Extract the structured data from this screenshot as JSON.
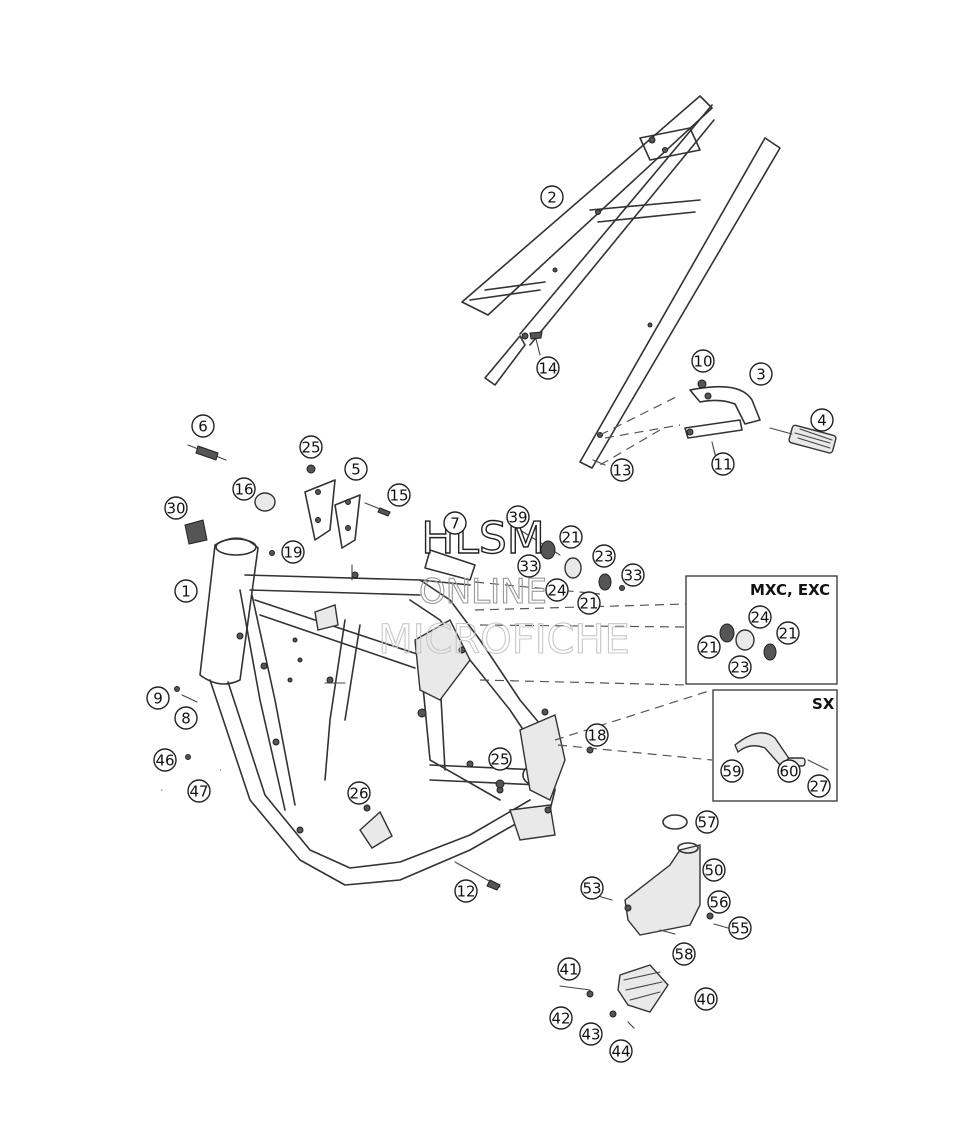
{
  "callouts": [
    {
      "label": "1"
    },
    {
      "label": "2"
    },
    {
      "label": "3"
    },
    {
      "label": "4"
    },
    {
      "label": "5"
    },
    {
      "label": "6"
    },
    {
      "label": "7"
    },
    {
      "label": "8"
    },
    {
      "label": "9"
    },
    {
      "label": "10"
    },
    {
      "label": "11"
    },
    {
      "label": "12"
    },
    {
      "label": "13"
    },
    {
      "label": "14"
    },
    {
      "label": "15"
    },
    {
      "label": "16"
    },
    {
      "label": "18"
    },
    {
      "label": "19"
    },
    {
      "label": "21"
    },
    {
      "label": "21"
    },
    {
      "label": "21"
    },
    {
      "label": "21"
    },
    {
      "label": "23"
    },
    {
      "label": "23"
    },
    {
      "label": "24"
    },
    {
      "label": "24"
    },
    {
      "label": "25"
    },
    {
      "label": "25"
    },
    {
      "label": "26"
    },
    {
      "label": "27"
    },
    {
      "label": "30"
    },
    {
      "label": "33"
    },
    {
      "label": "33"
    },
    {
      "label": "39"
    },
    {
      "label": "40"
    },
    {
      "label": "41"
    },
    {
      "label": "42"
    },
    {
      "label": "43"
    },
    {
      "label": "44"
    },
    {
      "label": "46"
    },
    {
      "label": "47"
    },
    {
      "label": "50"
    },
    {
      "label": "53"
    },
    {
      "label": "55"
    },
    {
      "label": "56"
    },
    {
      "label": "57"
    },
    {
      "label": "58"
    },
    {
      "label": "59"
    },
    {
      "label": "60"
    }
  ],
  "boxes": {
    "variant_a_title": "MXC, EXC",
    "variant_b_title": "SX"
  },
  "watermark": {
    "line1": "HLSM",
    "line2": "ONLINE",
    "line3": "MICROFICHE"
  }
}
